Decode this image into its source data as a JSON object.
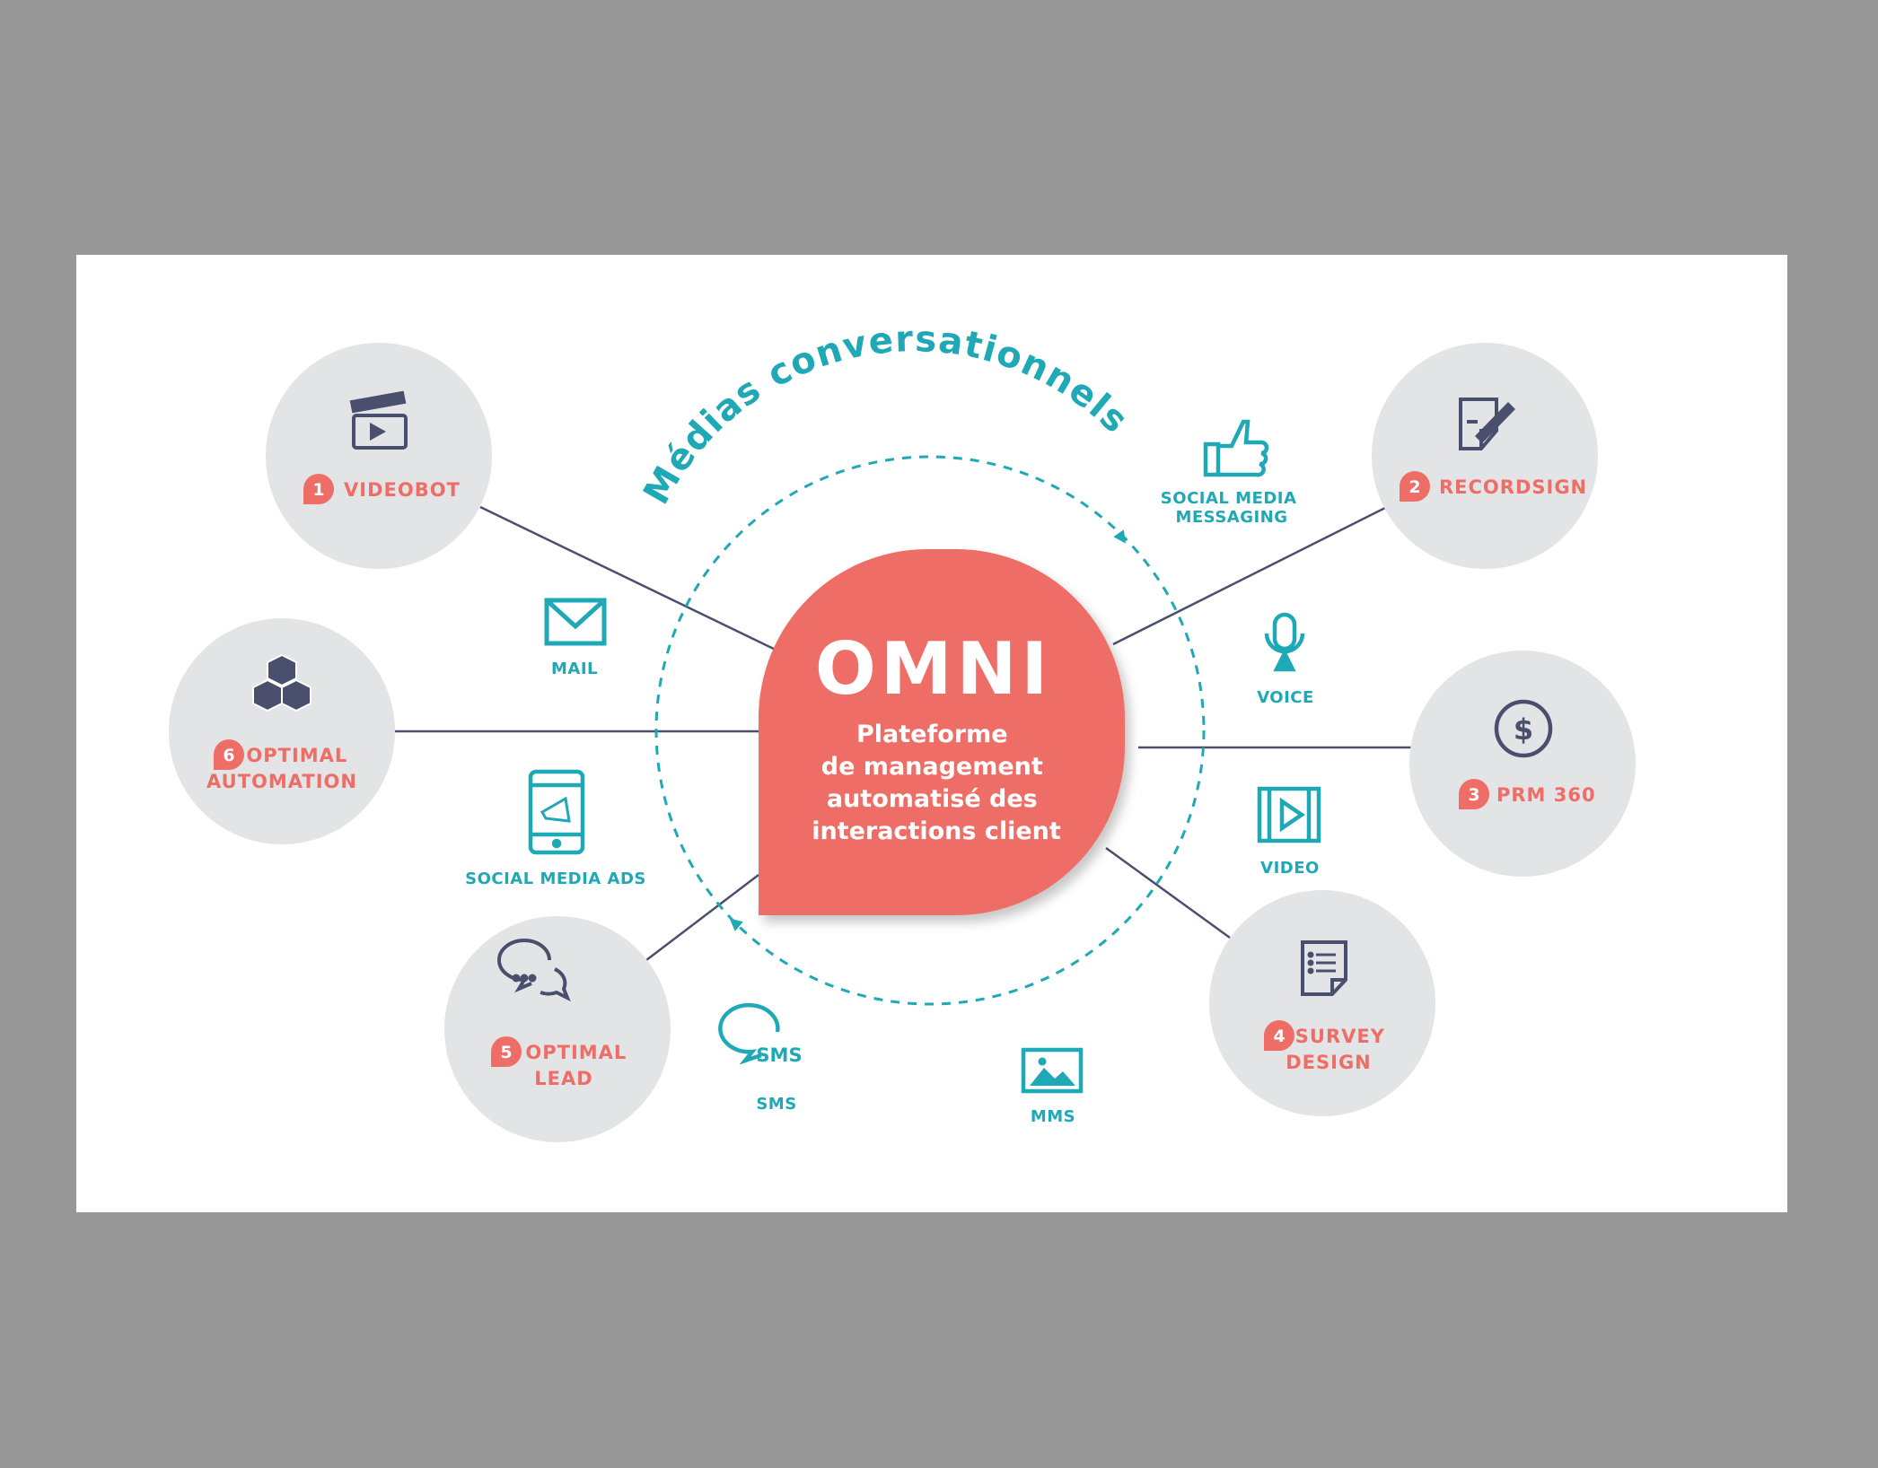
{
  "colors": {
    "background": "#979797",
    "slide": "#ffffff",
    "coral": "#ee6d66",
    "teal": "#1fa8b5",
    "navy": "#4a4f6e",
    "circle": "#e3e4e6"
  },
  "arc_title": "Médias conversationnels",
  "center": {
    "title": "OMNI",
    "subtitle_lines": [
      "Plateforme",
      "de management",
      "automatisé des",
      "interactions client"
    ]
  },
  "products": [
    {
      "number": "1",
      "lines": [
        "VIDEOBOT"
      ],
      "icon": "clapperboard-icon"
    },
    {
      "number": "2",
      "lines": [
        "RECORDSIGN"
      ],
      "icon": "document-sign-icon"
    },
    {
      "number": "3",
      "lines": [
        "PRM 360"
      ],
      "icon": "dollar-coin-icon"
    },
    {
      "number": "4",
      "lines": [
        "SURVEY",
        "DESIGN"
      ],
      "icon": "survey-document-icon"
    },
    {
      "number": "5",
      "lines": [
        "OPTIMAL",
        "LEAD"
      ],
      "icon": "chat-bubbles-icon"
    },
    {
      "number": "6",
      "lines": [
        "OPTIMAL",
        "AUTOMATION"
      ],
      "icon": "cubes-icon"
    }
  ],
  "channels": [
    {
      "lines": [
        "MAIL"
      ],
      "icon": "mail-icon"
    },
    {
      "lines": [
        "SOCIAL MEDIA",
        "MESSAGING"
      ],
      "icon": "thumbs-up-icon"
    },
    {
      "lines": [
        "VOICE"
      ],
      "icon": "microphone-icon"
    },
    {
      "lines": [
        "VIDEO"
      ],
      "icon": "film-icon"
    },
    {
      "lines": [
        "SOCIAL MEDIA ADS"
      ],
      "icon": "phone-megaphone-icon"
    },
    {
      "lines": [
        "SMS"
      ],
      "icon": "sms-bubble-icon"
    },
    {
      "lines": [
        "MMS"
      ],
      "icon": "image-icon"
    }
  ]
}
